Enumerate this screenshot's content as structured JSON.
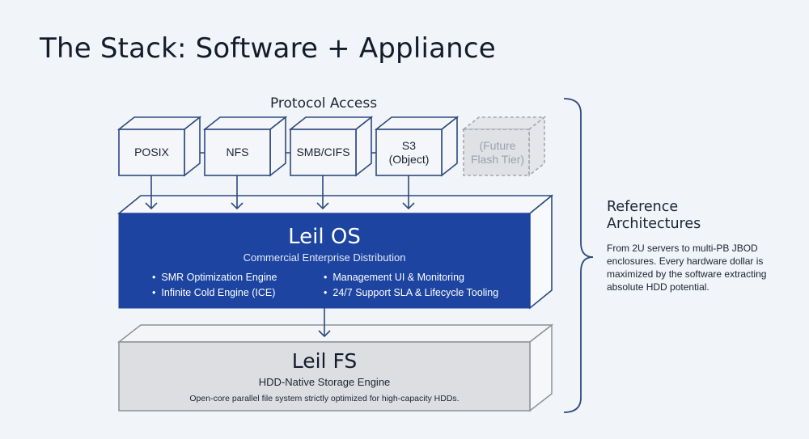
{
  "title": "The Stack: Software + Appliance",
  "protocol_access": {
    "label": "Protocol Access",
    "items": [
      {
        "label": "POSIX",
        "status": "active"
      },
      {
        "label": "NFS",
        "status": "active"
      },
      {
        "label": "SMB/CIFS",
        "status": "active"
      },
      {
        "label": "S3\n(Object)",
        "status": "active"
      },
      {
        "label": "(Future\nFlash Tier)",
        "status": "future"
      }
    ]
  },
  "leil_os": {
    "title": "Leil OS",
    "subtitle": "Commercial Enterprise Distribution",
    "features_left": [
      "SMR Optimization Engine",
      "Infinite Cold Engine (ICE)"
    ],
    "features_right": [
      "Management UI & Monitoring",
      "24/7 Support SLA & Lifecycle Tooling"
    ]
  },
  "leil_fs": {
    "title": "Leil FS",
    "subtitle": "HDD-Native Storage Engine",
    "description": "Open-core parallel file system strictly optimized for high-capacity HDDs."
  },
  "reference": {
    "title": "Reference Architectures",
    "body": "From 2U servers to multi-PB JBOD enclosures. Every hardware dollar is maximized by the software extracting absolute HDD potential."
  },
  "colors": {
    "line": "#2c4a7e",
    "os_fill": "#1c44a0",
    "fs_fill": "#dcdee2",
    "fs_line": "#8e9299",
    "future_line": "#a3a8b0",
    "background": "#f1f4f8"
  }
}
